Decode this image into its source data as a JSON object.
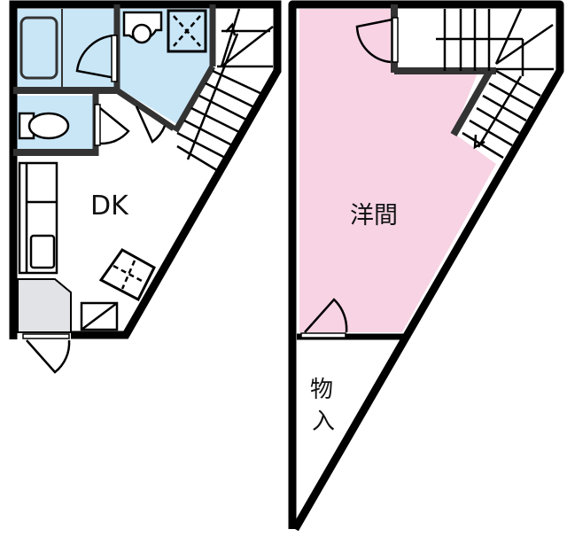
{
  "floor_plan": {
    "floor1": {
      "rooms": [
        {
          "id": "dk",
          "label": "DK"
        },
        {
          "id": "bath",
          "label": ""
        },
        {
          "id": "washroom",
          "label": ""
        },
        {
          "id": "toilet",
          "label": ""
        }
      ]
    },
    "floor2": {
      "rooms": [
        {
          "id": "western",
          "label": "洋間"
        },
        {
          "id": "storage",
          "label": "物入"
        }
      ]
    },
    "colors": {
      "wall": "#000000",
      "inner_wall": "#333333",
      "wet_area": "#c9e6f7",
      "western_room": "#f7d3e4",
      "entrance": "#e1e3e6",
      "background": "#ffffff"
    }
  }
}
